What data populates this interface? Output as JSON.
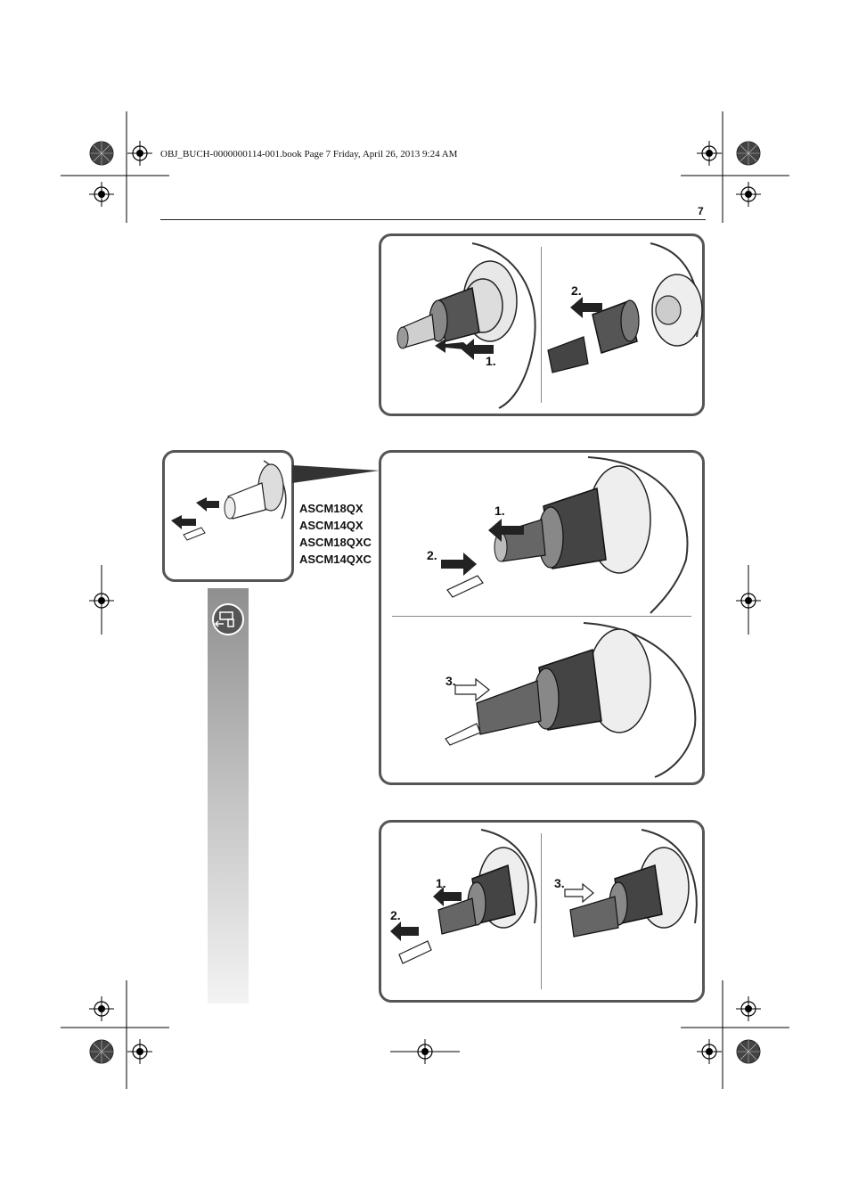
{
  "header": {
    "file_info": "OBJ_BUCH-0000000114-001.book  Page 7  Friday, April 26, 2013  9:24 AM",
    "page_number": "7"
  },
  "figure1": {
    "steps": [
      "1.",
      "2."
    ]
  },
  "figure2": {
    "models": [
      "ASCM18QX",
      "ASCM14QX",
      "ASCM18QXC",
      "ASCM14QXC"
    ],
    "steps": [
      "1.",
      "2.",
      "3."
    ]
  },
  "figure3": {
    "steps": [
      "1.",
      "2.",
      "3."
    ]
  },
  "side_tab": {
    "icon": "drill-chuck-change-icon"
  }
}
